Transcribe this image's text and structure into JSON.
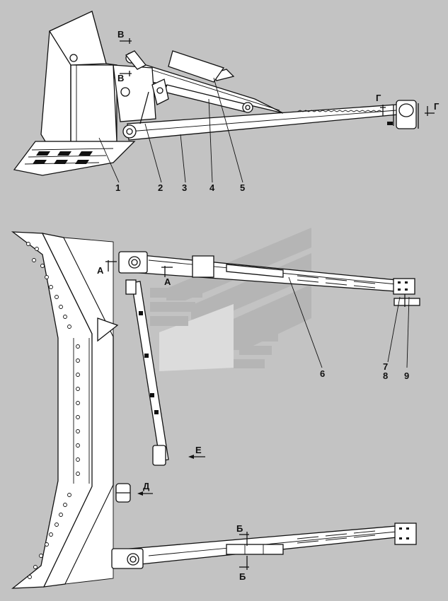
{
  "page": {
    "background": "#c3c3c3",
    "line_color": "#111111",
    "fill_color": "#ffffff"
  },
  "watermark": {
    "color": "#b5b5b5",
    "color_light": "#dcdcdc"
  },
  "side_view": {
    "callouts": [
      {
        "id": "1",
        "label": "1"
      },
      {
        "id": "2",
        "label": "2"
      },
      {
        "id": "3",
        "label": "3"
      },
      {
        "id": "4",
        "label": "4"
      },
      {
        "id": "5",
        "label": "5"
      }
    ],
    "section_marks": {
      "v_top": "В",
      "v_bottom": "В",
      "g_left": "Г",
      "g_right": "Г"
    }
  },
  "plan_view": {
    "callouts": [
      {
        "id": "6",
        "label": "6"
      },
      {
        "id": "7",
        "label": "7"
      },
      {
        "id": "8",
        "label": "8"
      },
      {
        "id": "9",
        "label": "9"
      }
    ],
    "section_marks": {
      "a_left": "А",
      "a_right": "А",
      "b_top": "Б",
      "b_bottom": "Б"
    },
    "view_marks": {
      "e": "Е",
      "d": "Д"
    }
  }
}
